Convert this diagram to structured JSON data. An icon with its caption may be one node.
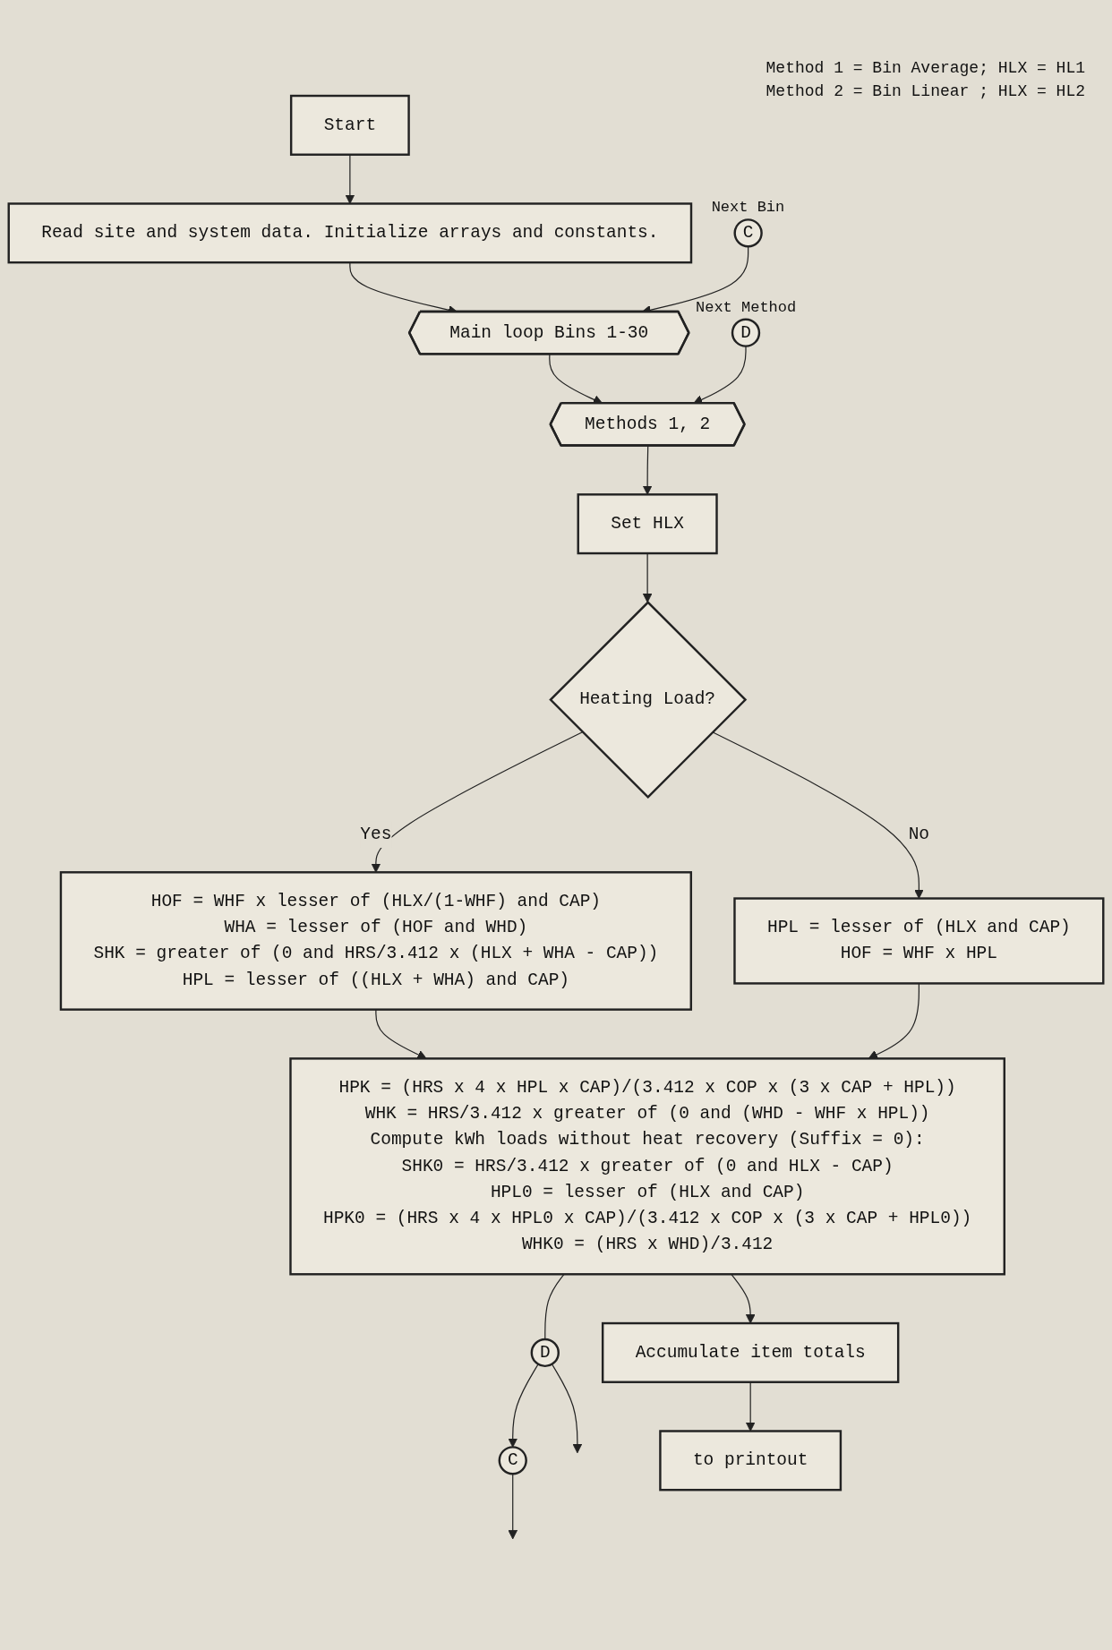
{
  "diagram": {
    "nodes": [
      {
        "text": [
          "Start"
        ]
      },
      {
        "text": [
          "Read site and system data. Initialize arrays and constants."
        ]
      },
      {
        "text": [
          "C"
        ],
        "beside": [
          "Next Bin"
        ]
      },
      {
        "text": [
          "Main loop Bins 1-30"
        ]
      },
      {
        "text": [
          "D"
        ],
        "beside": [
          "Next Method"
        ]
      },
      {
        "text": [
          "Methods 1, 2"
        ]
      },
      {
        "text": [
          "Set HLX"
        ]
      },
      {
        "text": [
          "Heating Load?"
        ]
      },
      {
        "text": [
          "HPL = lesser of (HLX and CAP)",
          "HOF = WHF x HPL"
        ]
      },
      {
        "text": [
          "HOF = WHF x lesser of (HLX/(1-WHF) and CAP)",
          "WHA = lesser of (HOF and WHD)",
          "SHK = greater of (0 and HRS/3.412 x (HLX + WHA - CAP))",
          "HPL = lesser of ((HLX + WHA) and CAP)"
        ]
      },
      {
        "text": [
          "HPK = (HRS x 4 x HPL x CAP)/(3.412 x COP x (3 x CAP + HPL))",
          "WHK = HRS/3.412 x greater of (0 and (WHD - WHF x HPL))",
          "Compute kWh loads without heat recovery (Suffix = 0):",
          "SHK0 = HRS/3.412 x greater of (0 and HLX - CAP)",
          "HPL0 = lesser of (HLX and CAP)",
          "HPK0 = (HRS x 4 x HPL0 x CAP)/(3.412 x COP x (3 x CAP + HPL0))",
          "WHK0 = (HRS x WHD)/3.412"
        ]
      },
      {
        "text": [
          "C"
        ]
      },
      {
        "text": [
          "D"
        ]
      },
      {
        "text": [
          "Accumulate item totals"
        ]
      },
      {
        "text": [
          "to printout"
        ]
      }
    ],
    "edges": [
      {
        "from": 0,
        "to": 1,
        "arrow": "to"
      },
      {
        "from": 1,
        "to": 3,
        "arrow": "to"
      },
      {
        "from": 2,
        "to": 3,
        "arrow": "to"
      },
      {
        "from": 3,
        "to": 5,
        "arrow": "to"
      },
      {
        "from": 4,
        "to": 5,
        "arrow": "to"
      },
      {
        "from": 5,
        "to": 6,
        "arrow": "to"
      },
      {
        "from": 6,
        "to": 7,
        "arrow": "to"
      },
      {
        "from": 7,
        "to": 9,
        "arrow": "to",
        "label": "Yes"
      },
      {
        "from": 7,
        "to": 8,
        "arrow": "to",
        "label": "No"
      },
      {
        "from": 8,
        "to": 10,
        "arrow": "to"
      },
      {
        "from": 9,
        "to": 10,
        "arrow": "to"
      },
      {
        "from": 10,
        "to": 12,
        "arrow": "none"
      },
      {
        "from": 12,
        "to": 11,
        "arrow": "to"
      },
      {
        "from": 11,
        "to": null,
        "arrow": "to"
      },
      {
        "from": 12,
        "to": null,
        "arrow": "to"
      },
      {
        "from": 10,
        "to": 13,
        "arrow": "to"
      },
      {
        "from": 13,
        "to": 14,
        "arrow": "to"
      }
    ],
    "labels": [
      "Method 1 = Bin Average; HLX = HL1",
      "Method 2 = Bin Linear ; HLX = HL2"
    ]
  }
}
